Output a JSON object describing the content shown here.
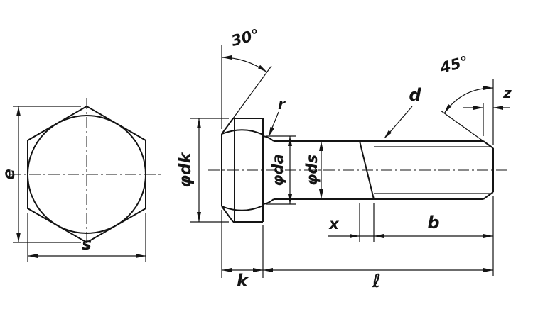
{
  "labels": {
    "angle30": "30°",
    "angle45": "45°",
    "e": "e",
    "s": "s",
    "dk": "φdk",
    "da": "φda",
    "ds": "φds",
    "d": "d",
    "r": "r",
    "z": "z",
    "x": "x",
    "b": "b",
    "k": "k",
    "length": "ℓ"
  },
  "colors": {
    "line": "#141414",
    "background": "#ffffff"
  }
}
